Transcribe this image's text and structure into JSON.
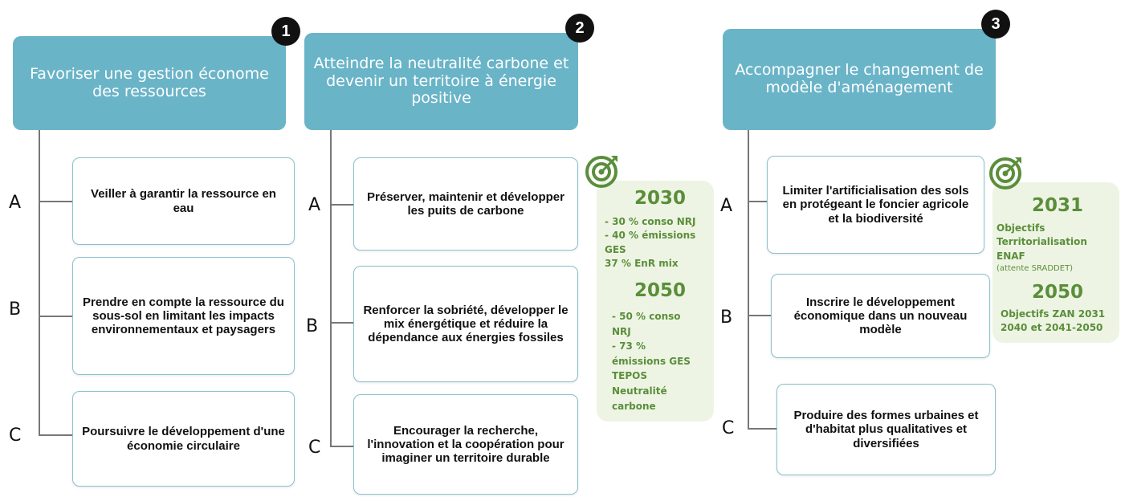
{
  "colors": {
    "header_bg": "#6ab4c8",
    "card_border": "#8bc1cf",
    "objective_text": "#5a8e3a",
    "objective_bg": "#eef4e4",
    "connector": "#777777"
  },
  "axes": [
    {
      "number": "1",
      "title": "Favoriser une gestion économe des ressources",
      "items": [
        {
          "letter": "A",
          "label": "Veiller à garantir la ressource en eau"
        },
        {
          "letter": "B",
          "label": "Prendre en compte la ressource du sous-sol en limitant les impacts environnementaux et paysagers"
        },
        {
          "letter": "C",
          "label": "Poursuivre le développement d'une économie circulaire"
        }
      ]
    },
    {
      "number": "2",
      "title": "Atteindre la neutralité carbone et devenir un territoire à énergie positive",
      "items": [
        {
          "letter": "A",
          "label": "Préserver, maintenir et développer les puits de carbone"
        },
        {
          "letter": "B",
          "label": "Renforcer la sobriété, développer le mix énergétique et réduire la dépendance aux énergies fossiles"
        },
        {
          "letter": "C",
          "label": "Encourager la recherche, l'innovation et la coopération pour imaginer un territoire durable"
        }
      ],
      "targets": [
        {
          "year": "2030",
          "lines": [
            "- 30 % conso NRJ",
            "- 40 % émissions",
            "GES",
            "37 % EnR mix"
          ]
        },
        {
          "year": "2050",
          "lines": [
            "- 50 % conso",
            "NRJ",
            "- 73 %",
            "émissions GES",
            "TEPOS",
            "Neutralité",
            "carbone"
          ]
        }
      ]
    },
    {
      "number": "3",
      "title": "Accompagner le changement de modèle d'aménagement",
      "items": [
        {
          "letter": "A",
          "label": "Limiter l'artificialisation des sols en protégeant le foncier agricole et la biodiversité"
        },
        {
          "letter": "B",
          "label": "Inscrire le développement économique dans un nouveau modèle"
        },
        {
          "letter": "C",
          "label": "Produire des formes urbaines et d'habitat plus qualitatives et diversifiées"
        }
      ],
      "targets": [
        {
          "year": "2031",
          "lines": [
            "Objectifs",
            "Territorialisation ENAF"
          ],
          "note": "(attente SRADDET)"
        },
        {
          "year": "2050",
          "lines": [
            "Objectifs ZAN 2031",
            "2040 et 2041-2050"
          ]
        }
      ]
    }
  ],
  "icons": {
    "target": "target-icon"
  }
}
